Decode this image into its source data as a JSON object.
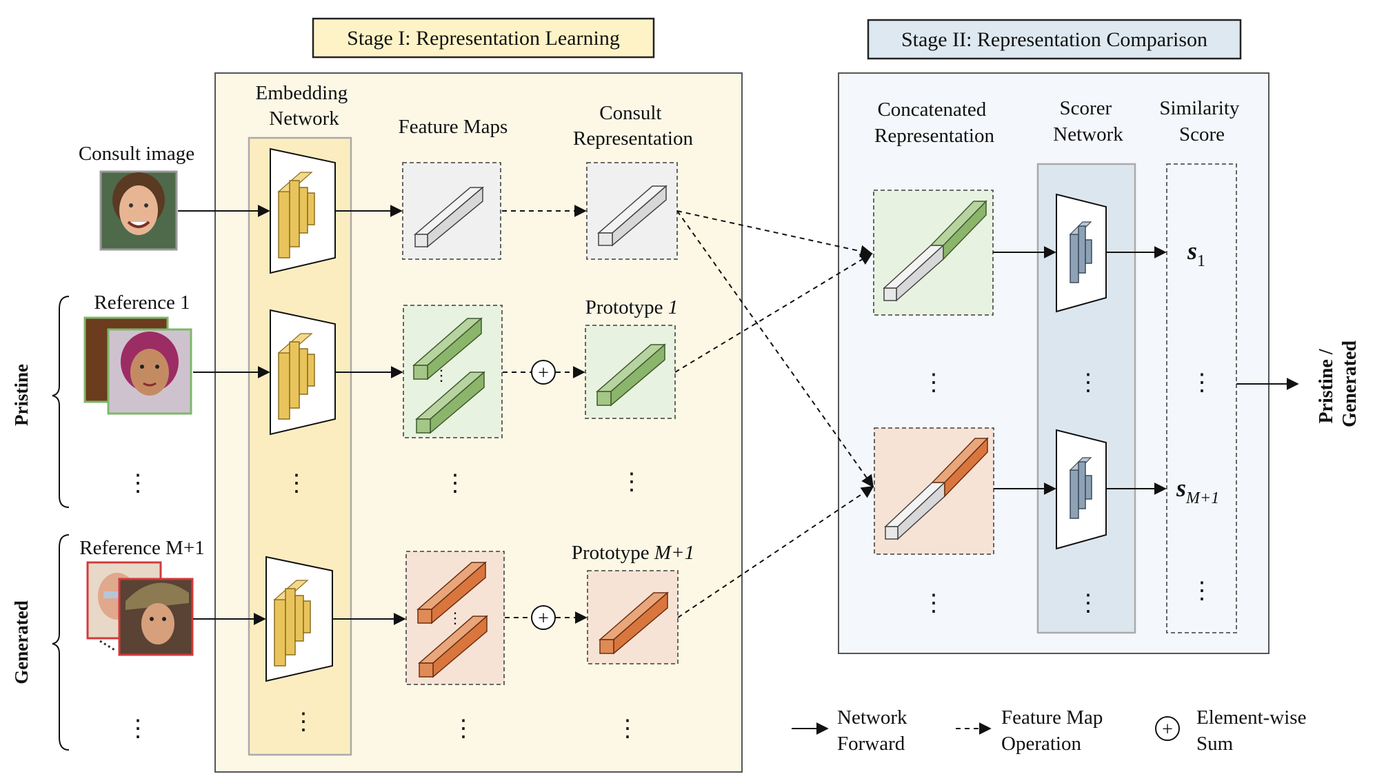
{
  "stage1": {
    "title": "Stage I: Representation Learning"
  },
  "stage2": {
    "title": "Stage II: Representation Comparison"
  },
  "columns": {
    "embedding": [
      "Embedding",
      "Network"
    ],
    "feature_maps": "Feature Maps",
    "consult_rep": [
      "Consult",
      "Representation"
    ],
    "concat_rep": [
      "Concatenated",
      "Representation"
    ],
    "scorer": [
      "Scorer",
      "Network"
    ],
    "similarity": [
      "Similarity",
      "Score"
    ]
  },
  "rows": {
    "consult_label": "Consult image",
    "reference1_label": "Reference 1",
    "referenceM_label": "Reference M+1",
    "prototype1": {
      "text": "Prototype ",
      "index": "1"
    },
    "prototypeM": {
      "text": "Prototype ",
      "index": "M+1"
    }
  },
  "groups": {
    "pristine": "Pristine",
    "generated": "Generated"
  },
  "scores": {
    "s1": {
      "base": "s",
      "sub": "1"
    },
    "sM": {
      "base": "s",
      "sub": "M+1"
    }
  },
  "output": [
    "Pristine /",
    "Generated"
  ],
  "ellipsis": "⋮",
  "legend": {
    "forward": [
      "Network",
      "Forward"
    ],
    "operation": [
      "Feature Map",
      "Operation"
    ],
    "sum": [
      "Element-wise",
      "Sum"
    ],
    "plus": "+"
  },
  "colors": {
    "stage1_bg": "#fdf8e6",
    "stage1_title_bg": "#fdf3c6",
    "stage2_bg": "#f4f7fb",
    "stage2_title_bg": "#dde8f0",
    "embedding_column": "#fbedc0",
    "scorer_column": "#dce6ee",
    "green_box": "#e8f2e0",
    "orange_box": "#f6e3d6",
    "gray_box": "#f0f0f0",
    "green_bar": "#8bb56b",
    "orange_bar": "#d9763e",
    "gray_bar": "#d8d8d8",
    "yellow_block": "#e9c45c",
    "blue_block": "#8ea2b6",
    "pristine_border": "#7cb86a",
    "generated_border": "#d03b3b"
  }
}
